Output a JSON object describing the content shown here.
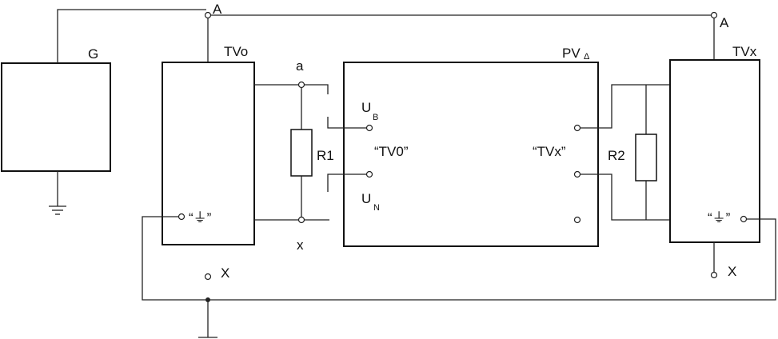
{
  "generator": {
    "label": "G"
  },
  "ref_transformer": {
    "label": "TVo",
    "terminal_high": "a",
    "terminal_low": "x",
    "ground_symbol": "“⏚”"
  },
  "test_transformer": {
    "label": "TVx",
    "ground_symbol": "“⏚”"
  },
  "meter": {
    "label_main": "PV",
    "label_sub": "Δ",
    "input_b_main": "U",
    "input_b_sub": "B",
    "input_n_main": "U",
    "input_n_sub": "N",
    "channel_ref": "“TV0”",
    "channel_test": "“TVx”"
  },
  "resistors": {
    "r1": "R1",
    "r2": "R2"
  },
  "nodes": {
    "A_left": "A",
    "A_right": "A",
    "X_left": "X",
    "X_right": "X"
  }
}
